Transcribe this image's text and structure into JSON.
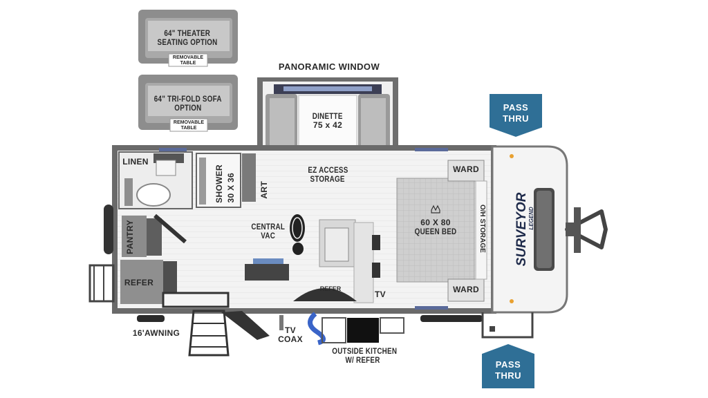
{
  "labels": {
    "theater_seating": [
      "64\" THEATER",
      "SEATING OPTION"
    ],
    "theater_table": [
      "REMOVABLE",
      "TABLE"
    ],
    "trifold_sofa": [
      "64\" TRI-FOLD SOFA",
      "OPTION"
    ],
    "sofa_table": [
      "REMOVABLE",
      "TABLE"
    ],
    "panoramic_window": "PANORAMIC WINDOW",
    "dinette": [
      "DINETTE",
      "75 x 42"
    ],
    "ez_access_storage": [
      "EZ ACCESS",
      "STORAGE"
    ],
    "linen": "LINEN",
    "shower": [
      "SHOWER",
      "30 X 36"
    ],
    "art": "ART",
    "pantry": "PANTRY",
    "central_vac": [
      "CENTRAL",
      "VAC"
    ],
    "refer": "REFER",
    "refer_small": "REFER",
    "tv": "TV",
    "ward_top": "WARD",
    "ward_bottom": "WARD",
    "queen_bed": [
      "60 X 80",
      "QUEEN BED"
    ],
    "oh_storage": "O/H STORAGE",
    "awning": "16'AWNING",
    "tv_coax": [
      "TV",
      "COAX"
    ],
    "outside_kitchen": [
      "OUTSIDE KITCHEN",
      "W/ REFER"
    ],
    "pass_thru_top": [
      "PASS",
      "THRU"
    ],
    "pass_thru_bottom": [
      "PASS",
      "THRU"
    ],
    "brand": "SURVEYOR",
    "brand_sub": "LEGEND"
  },
  "colors": {
    "pass_thru": "#2f6f96",
    "wall": "#6e6e6e",
    "furniture": "#8f8f8f",
    "floor": "#f2f2f2"
  }
}
